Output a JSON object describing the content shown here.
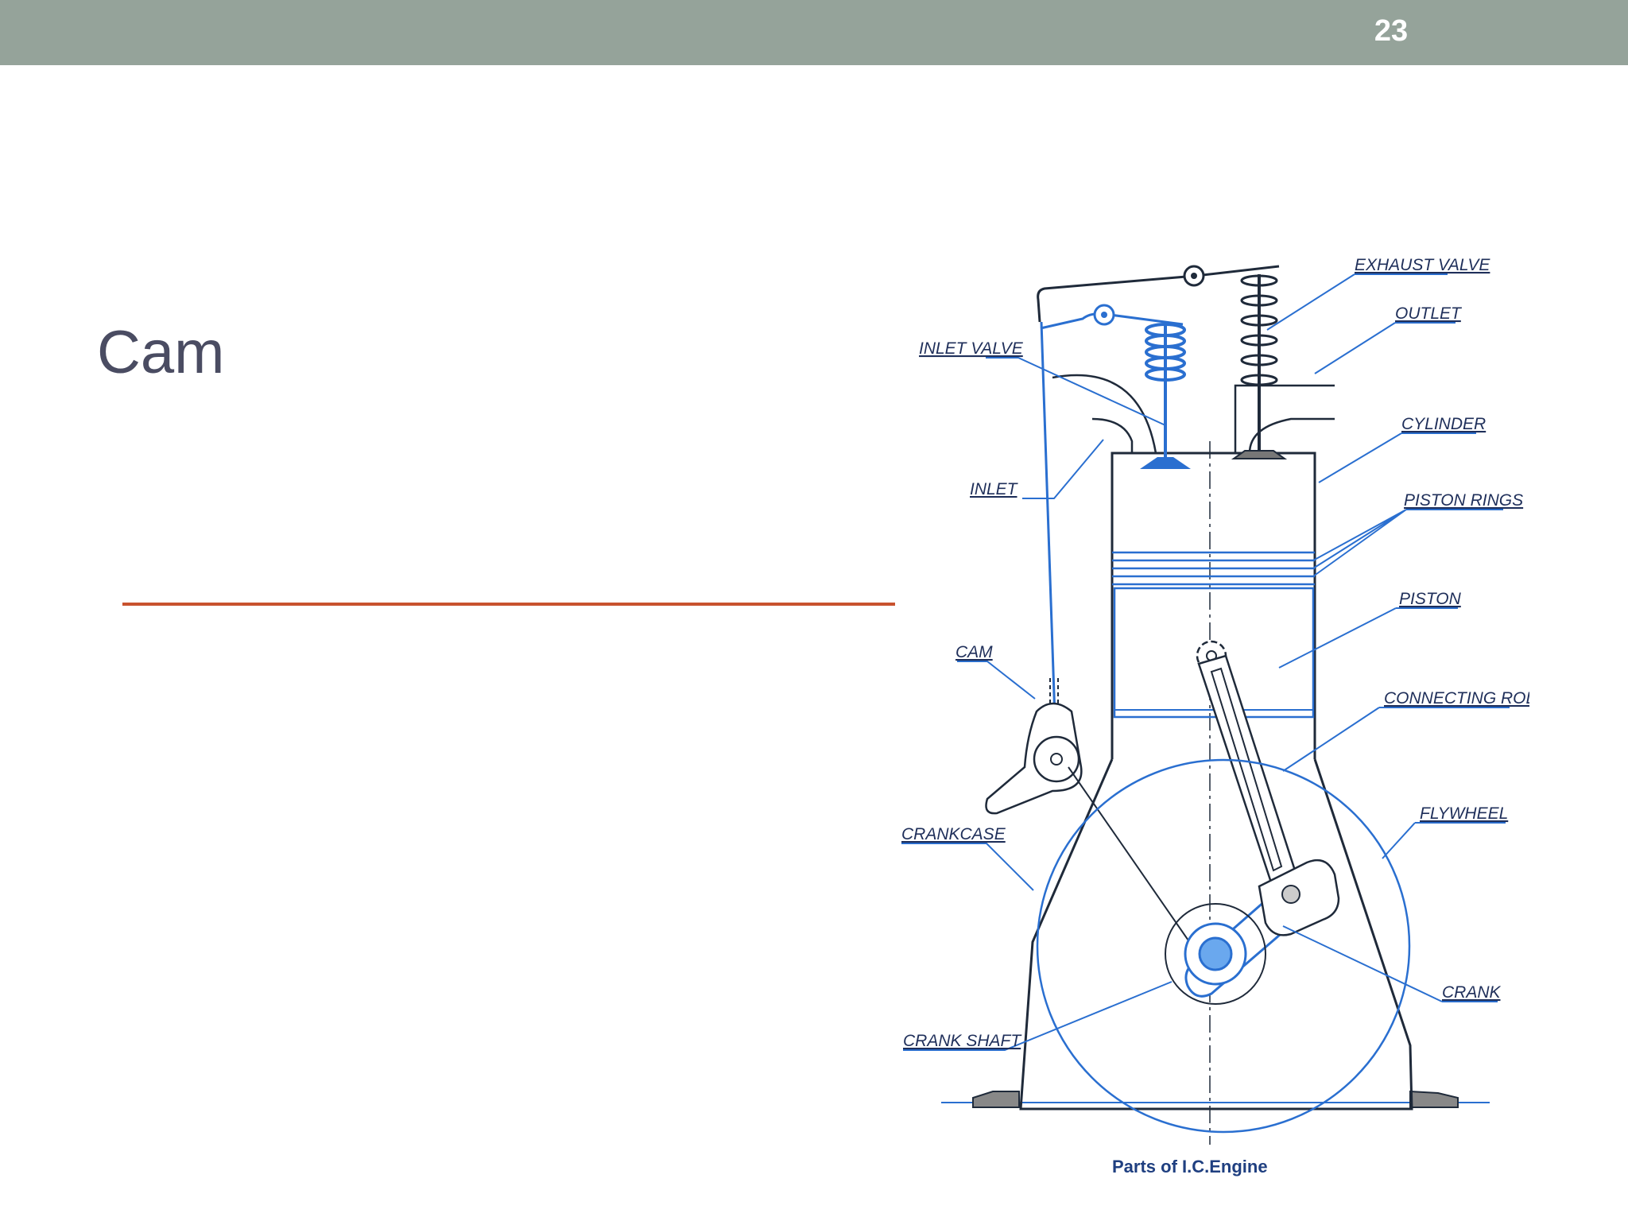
{
  "slide": {
    "number": "23",
    "title": "Cam",
    "accent_color": "#c8522e",
    "bar_color": "#95a39a"
  },
  "diagram": {
    "labels": {
      "exhaust_valve": "EXHAUST VALVE",
      "outlet": "OUTLET",
      "inlet_valve": "INLET VALVE",
      "cylinder": "CYLINDER",
      "inlet": "INLET",
      "piston_rings": "PISTON RINGS",
      "piston": "PISTON",
      "cam": "CAM",
      "connecting_rod": "CONNECTING ROD",
      "flywheel": "FLYWHEEL",
      "crankcase": "CRANKCASE",
      "crank": "CRANK",
      "crank_shaft": "CRANK SHAFT"
    },
    "caption": "Parts of I.C.Engine",
    "line_color": "#1f2a3a",
    "highlight_color": "#2a6fd0"
  }
}
